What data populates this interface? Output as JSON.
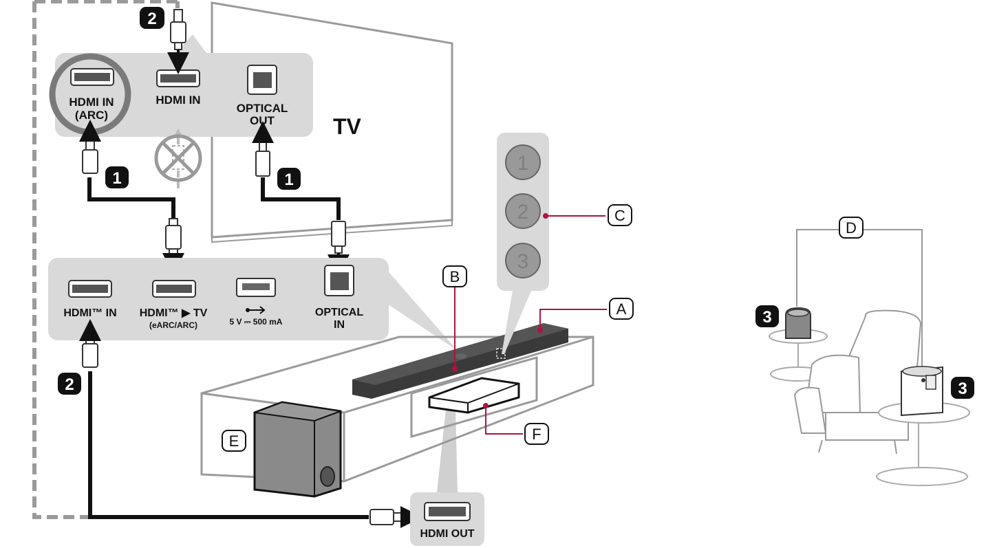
{
  "colors": {
    "panel": "#d9d9d9",
    "cable": "#111111",
    "leader": "#b0123f",
    "outline": "#9a9a9a"
  },
  "tv_panel": {
    "port_hdmi_arc": "HDMI IN",
    "port_hdmi_arc_sub": "(ARC)",
    "port_hdmi": "HDMI IN",
    "port_optical": "OPTICAL",
    "port_optical_sub": "OUT"
  },
  "tv_label": "TV",
  "soundbar_panel": {
    "port_hdmi_in": "HDMI™ IN",
    "port_hdmi_tv": "HDMI™ ▶ TV",
    "port_hdmi_tv_sub": "(eARC/ARC)",
    "port_usb": "5 V ⎓ 500 mA",
    "port_optical": "OPTICAL",
    "port_optical_sub": "IN"
  },
  "source_panel": {
    "port_hdmi_out": "HDMI OUT"
  },
  "step_badges": {
    "one": "1",
    "two": "2",
    "three": "3"
  },
  "mode_numbers": [
    "1",
    "2",
    "3"
  ],
  "letters": {
    "a": "A",
    "b": "B",
    "c": "C",
    "d": "D",
    "e": "E",
    "f": "F"
  },
  "icons": [
    "hdmi-port-icon",
    "optical-port-icon",
    "usb-port-icon",
    "hdmi-plug-icon",
    "optical-plug-icon",
    "no-connection-icon",
    "down-arrow-icon"
  ]
}
